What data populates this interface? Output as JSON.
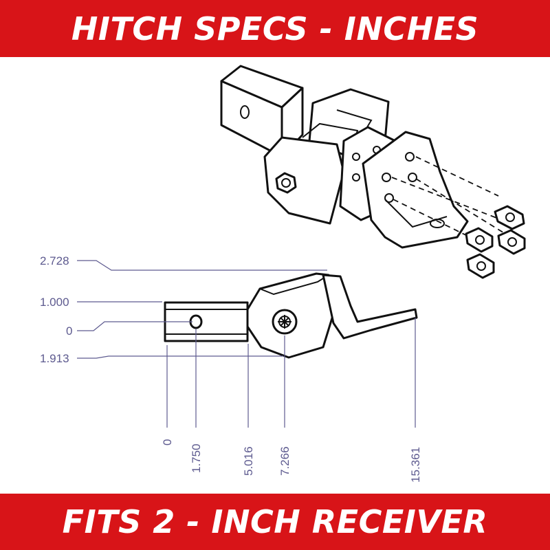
{
  "header": {
    "title": "HITCH SPECS - INCHES"
  },
  "footer": {
    "title": "FITS 2 - INCH RECEIVER"
  },
  "dimensions": {
    "vertical": [
      "2.728",
      "1.000",
      "0",
      "1.913"
    ],
    "horizontal": [
      "0",
      "1.750",
      "5.016",
      "7.266",
      "15.361"
    ]
  },
  "colors": {
    "banner": "#d81418",
    "dimension": "#5d5a8f",
    "line": "#111111"
  }
}
